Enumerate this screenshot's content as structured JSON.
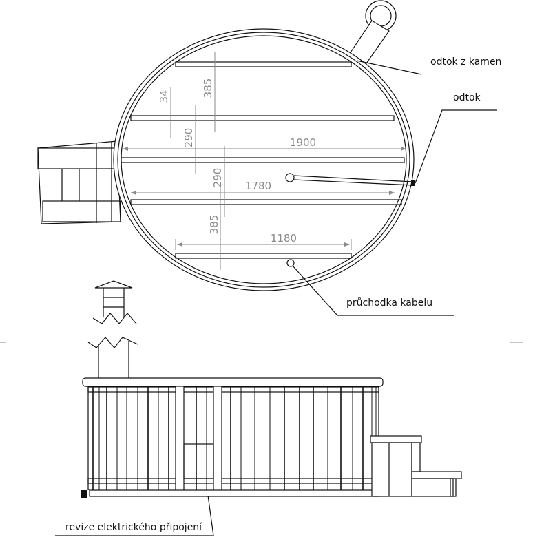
{
  "top_view": {
    "dimensions": {
      "top_gap": "385",
      "slat_width": "34",
      "gap_upper": "290",
      "width_1900": "1900",
      "gap_lower": "290",
      "width_1780": "1780",
      "bottom_gap": "385",
      "width_1180": "1180"
    },
    "labels": {
      "stove_drain": "odtok z kamen",
      "drain": "odtok",
      "cable_grommet": "průchodka kabelu"
    }
  },
  "side_view": {
    "labels": {
      "electrical_access": "revize elektrického připojení"
    }
  }
}
